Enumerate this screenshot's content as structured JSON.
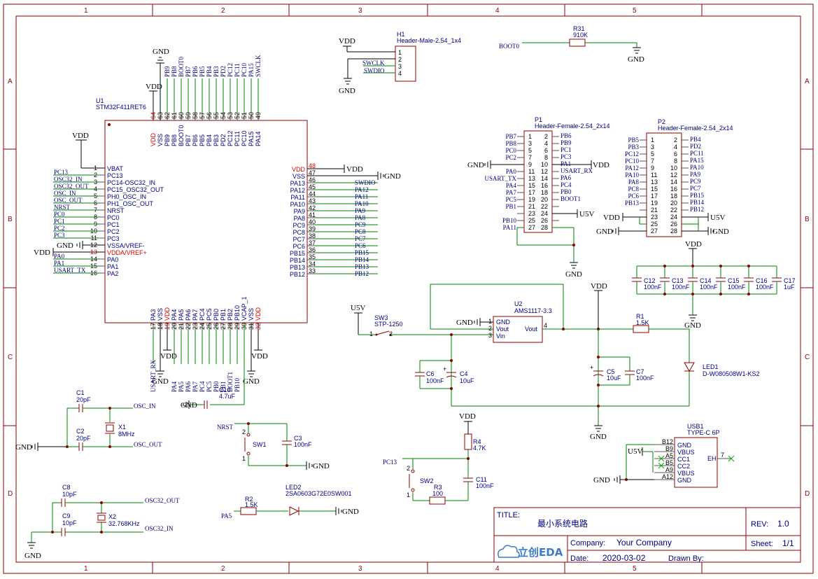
{
  "sheet": {
    "zones_cols": [
      "1",
      "2",
      "3",
      "4",
      "5"
    ],
    "zones_rows": [
      "A",
      "B",
      "C",
      "D"
    ]
  },
  "title_block": {
    "title_label": "TITLE:",
    "title_value": "最小系统电路",
    "rev_label": "REV:",
    "rev_value": "1.0",
    "company_label": "Company:",
    "company_value": "Your Company",
    "sheet_label": "Sheet:",
    "sheet_value": "1/1",
    "date_label": "Date:",
    "date_value": "2020-03-02",
    "drawn_label": "Drawn By:",
    "logo_text": "立创EDA"
  },
  "power": {
    "gnd": "GND",
    "vdd": "VDD",
    "u5v": "U5V"
  },
  "u1": {
    "ref": "U1",
    "part": "STM32F411RET6",
    "left_pins": [
      {
        "num": "1",
        "name": "VBAT",
        "net": ""
      },
      {
        "num": "2",
        "name": "PC13",
        "net": "PC13"
      },
      {
        "num": "3",
        "name": "PC14-OSC32_IN",
        "net": "OSC32_IN"
      },
      {
        "num": "4",
        "name": "PC15_OSC32_OUT",
        "net": "OSC32_OUT"
      },
      {
        "num": "5",
        "name": "PH0_OSC_IN",
        "net": "OSC_IN"
      },
      {
        "num": "6",
        "name": "PH1_OSC_OUT",
        "net": "OSC_OUT"
      },
      {
        "num": "7",
        "name": "NRST",
        "net": "NRST"
      },
      {
        "num": "8",
        "name": "PC0",
        "net": "PC0"
      },
      {
        "num": "9",
        "name": "PC1",
        "net": "PC1"
      },
      {
        "num": "10",
        "name": "PC2",
        "net": "PC2"
      },
      {
        "num": "11",
        "name": "PC3",
        "net": "PC3"
      },
      {
        "num": "12",
        "name": "VSSA/VREF-",
        "net": ""
      },
      {
        "num": "13",
        "name": "VDDA/VREF+",
        "net": ""
      },
      {
        "num": "14",
        "name": "PA0",
        "net": "PA0"
      },
      {
        "num": "15",
        "name": "PA1",
        "net": "PA1"
      },
      {
        "num": "16",
        "name": "PA2",
        "net": "USART_TX"
      }
    ],
    "right_pins": [
      {
        "num": "48",
        "name": "VDD",
        "net": ""
      },
      {
        "num": "47",
        "name": "VSS",
        "net": ""
      },
      {
        "num": "46",
        "name": "PA13",
        "net": "SWDIO"
      },
      {
        "num": "45",
        "name": "PA12",
        "net": "PA12"
      },
      {
        "num": "44",
        "name": "PA11",
        "net": "PA11"
      },
      {
        "num": "43",
        "name": "PA10",
        "net": "PA10"
      },
      {
        "num": "42",
        "name": "PA9",
        "net": "PA9"
      },
      {
        "num": "41",
        "name": "PA8",
        "net": "PA8"
      },
      {
        "num": "40",
        "name": "PC9",
        "net": "PC9"
      },
      {
        "num": "39",
        "name": "PC8",
        "net": "PC8"
      },
      {
        "num": "38",
        "name": "PC7",
        "net": "PC7"
      },
      {
        "num": "37",
        "name": "PC6",
        "net": "PC6"
      },
      {
        "num": "36",
        "name": "PB15",
        "net": "PB15"
      },
      {
        "num": "35",
        "name": "PB14",
        "net": "PB14"
      },
      {
        "num": "34",
        "name": "PB13",
        "net": "PB13"
      },
      {
        "num": "33",
        "name": "PB12",
        "net": "PB12"
      }
    ],
    "top_pins": [
      {
        "num": "64",
        "name": "VDD",
        "net": ""
      },
      {
        "num": "63",
        "name": "VSS",
        "net": ""
      },
      {
        "num": "62",
        "name": "PB9",
        "net": "PB9"
      },
      {
        "num": "61",
        "name": "PB8",
        "net": "PB8"
      },
      {
        "num": "60",
        "name": "BOOT0",
        "net": "BOOT0"
      },
      {
        "num": "59",
        "name": "PB7",
        "net": "PB7"
      },
      {
        "num": "58",
        "name": "PB6",
        "net": "PB6"
      },
      {
        "num": "57",
        "name": "PB5",
        "net": "PB5"
      },
      {
        "num": "56",
        "name": "PB4",
        "net": "PB4"
      },
      {
        "num": "55",
        "name": "PB3",
        "net": "PB3"
      },
      {
        "num": "54",
        "name": "PD2",
        "net": "PD2"
      },
      {
        "num": "53",
        "name": "PC12",
        "net": "PC12"
      },
      {
        "num": "52",
        "name": "PC11",
        "net": "PC11"
      },
      {
        "num": "51",
        "name": "PC10",
        "net": "PC10"
      },
      {
        "num": "50",
        "name": "PA15",
        "net": "PA15"
      },
      {
        "num": "49",
        "name": "PA14",
        "net": "SWCLK"
      }
    ],
    "bottom_pins": [
      {
        "num": "17",
        "name": "PA3",
        "net": "USART_RX"
      },
      {
        "num": "18",
        "name": "VSS",
        "net": ""
      },
      {
        "num": "19",
        "name": "VDD",
        "net": ""
      },
      {
        "num": "20",
        "name": "PA4",
        "net": "PA4"
      },
      {
        "num": "21",
        "name": "PA5",
        "net": "PA5"
      },
      {
        "num": "22",
        "name": "PA6",
        "net": "PA6"
      },
      {
        "num": "23",
        "name": "PA7",
        "net": "PA7"
      },
      {
        "num": "24",
        "name": "PC4",
        "net": "PC4"
      },
      {
        "num": "25",
        "name": "PC5",
        "net": "PC5"
      },
      {
        "num": "26",
        "name": "PB0",
        "net": "PB0"
      },
      {
        "num": "27",
        "name": "PB1",
        "net": "PB1"
      },
      {
        "num": "28",
        "name": "PB2",
        "net": "BOOT1"
      },
      {
        "num": "29",
        "name": "PB10",
        "net": "PB10"
      },
      {
        "num": "30",
        "name": "VCAP_1",
        "net": ""
      },
      {
        "num": "31",
        "name": "VSS",
        "net": ""
      },
      {
        "num": "32",
        "name": "VDD",
        "net": ""
      }
    ]
  },
  "h1": {
    "ref": "H1",
    "part": "Header-Male-2.54_1x4",
    "pins": [
      "1",
      "2",
      "3",
      "4"
    ],
    "nets": [
      "SWCLK",
      "SWDIO"
    ]
  },
  "r31": {
    "ref": "R31",
    "value": "910K",
    "net": "BOOT0"
  },
  "p1": {
    "ref": "P1",
    "part": "Header-Female-2.54_2x14",
    "rows": [
      {
        "l": "PB7",
        "a": "1",
        "b": "2",
        "r": "PB6"
      },
      {
        "l": "PB8",
        "a": "3",
        "b": "4",
        "r": "PB9"
      },
      {
        "l": "PC0",
        "a": "5",
        "b": "6",
        "r": "PC1"
      },
      {
        "l": "PC2",
        "a": "7",
        "b": "8",
        "r": "PC3"
      },
      {
        "l": "",
        "a": "9",
        "b": "10",
        "r": "PA1"
      },
      {
        "l": "PA0",
        "a": "11",
        "b": "12",
        "r": "USART_RX"
      },
      {
        "l": "USART_TX",
        "a": "13",
        "b": "14",
        "r": "PA6"
      },
      {
        "l": "PA4",
        "a": "15",
        "b": "16",
        "r": "PC4"
      },
      {
        "l": "PA7",
        "a": "17",
        "b": "18",
        "r": "PB0"
      },
      {
        "l": "PC5",
        "a": "19",
        "b": "20",
        "r": "BOOT1"
      },
      {
        "l": "PB1",
        "a": "21",
        "b": "22",
        "r": ""
      },
      {
        "l": "",
        "a": "23",
        "b": "24",
        "r": ""
      },
      {
        "l": "PB10",
        "a": "25",
        "b": "26",
        "r": ""
      },
      {
        "l": "PA11",
        "a": "27",
        "b": "28",
        "r": ""
      }
    ]
  },
  "p2": {
    "ref": "P2",
    "part": "Header-Female-2.54_2x14",
    "rows": [
      {
        "l": "PB5",
        "a": "1",
        "b": "2",
        "r": "PB4"
      },
      {
        "l": "PB3",
        "a": "3",
        "b": "4",
        "r": "PD2"
      },
      {
        "l": "PC12",
        "a": "5",
        "b": "6",
        "r": "PC11"
      },
      {
        "l": "PC10",
        "a": "7",
        "b": "8",
        "r": "PA15"
      },
      {
        "l": "PA12",
        "a": "9",
        "b": "10",
        "r": "PA10"
      },
      {
        "l": "PA10",
        "a": "11",
        "b": "12",
        "r": "PA9"
      },
      {
        "l": "PA8",
        "a": "13",
        "b": "14",
        "r": "PC9"
      },
      {
        "l": "PC8",
        "a": "15",
        "b": "16",
        "r": "PC7"
      },
      {
        "l": "PC6",
        "a": "17",
        "b": "18",
        "r": "PB15"
      },
      {
        "l": "PB13",
        "a": "19",
        "b": "20",
        "r": "PB14"
      },
      {
        "l": "",
        "a": "21",
        "b": "22",
        "r": "PB12"
      },
      {
        "l": "",
        "a": "23",
        "b": "24",
        "r": ""
      },
      {
        "l": "",
        "a": "25",
        "b": "26",
        "r": ""
      },
      {
        "l": "",
        "a": "27",
        "b": "28",
        "r": ""
      }
    ]
  },
  "caps_bank": [
    {
      "ref": "C12",
      "value": "100nF"
    },
    {
      "ref": "C13",
      "value": "100nF"
    },
    {
      "ref": "C14",
      "value": "100nF"
    },
    {
      "ref": "C15",
      "value": "100nF"
    },
    {
      "ref": "C16",
      "value": "100nF"
    },
    {
      "ref": "C17",
      "value": "1uF"
    }
  ],
  "u2": {
    "ref": "U2",
    "part": "AMS1117-3.3",
    "pins": [
      {
        "num": "1",
        "name": "GND"
      },
      {
        "num": "2",
        "name": "Vout"
      },
      {
        "num": "3",
        "name": "Vin"
      },
      {
        "num": "4",
        "name": "Vout"
      }
    ]
  },
  "sw3": {
    "ref": "SW3",
    "part": "STP-1250",
    "pin1": "1",
    "pin2": "2"
  },
  "c6": {
    "ref": "C6",
    "value": "100nF"
  },
  "c4": {
    "ref": "C4",
    "value": "10uF"
  },
  "c5": {
    "ref": "C5",
    "value": "10uF"
  },
  "c7": {
    "ref": "C7",
    "value": "100nF"
  },
  "r1": {
    "ref": "R1",
    "value": "1.5K"
  },
  "led1": {
    "ref": "LED1",
    "part": "D-W080508W1-KS2"
  },
  "c1": {
    "ref": "C1",
    "value": "20pF"
  },
  "c2": {
    "ref": "C2",
    "value": "20pF"
  },
  "x1": {
    "ref": "X1",
    "value": "8MHz"
  },
  "osc_nets": {
    "in": "OSC_IN",
    "out": "OSC_OUT",
    "in32": "OSC32_IN",
    "out32": "OSC32_OUT"
  },
  "c10": {
    "ref": "C10",
    "value": "4.7uF"
  },
  "sw1": {
    "ref": "SW1",
    "net": "NRST",
    "pin1": "1",
    "pin2": "2"
  },
  "c3": {
    "ref": "C3",
    "value": "100nF"
  },
  "r4": {
    "ref": "R4",
    "value": "4.7K"
  },
  "sw2": {
    "ref": "SW2",
    "net": "PC13",
    "pin1": "1",
    "pin2": "2"
  },
  "r3": {
    "ref": "R3",
    "value": "100"
  },
  "c11": {
    "ref": "C11",
    "value": "100nF"
  },
  "usb1": {
    "ref": "USB1",
    "part": "TYPE-C 6P",
    "pins": [
      {
        "num": "B12",
        "name": "GND"
      },
      {
        "num": "B9",
        "name": "VBUS"
      },
      {
        "num": "A5",
        "name": "CC1"
      },
      {
        "num": "B5",
        "name": "CC2"
      },
      {
        "num": "A9",
        "name": "VBUS"
      },
      {
        "num": "A12",
        "name": "GND"
      }
    ],
    "eh_name": "EH",
    "eh_num": "7"
  },
  "c8": {
    "ref": "C8",
    "value": "10pF"
  },
  "c9": {
    "ref": "C9",
    "value": "10pF"
  },
  "x2": {
    "ref": "X2",
    "value": "32.768KHz"
  },
  "r2": {
    "ref": "R2",
    "value": "1.5K",
    "net": "PA5"
  },
  "led2": {
    "ref": "LED2",
    "part": "2SA0603G72E0SW001"
  }
}
